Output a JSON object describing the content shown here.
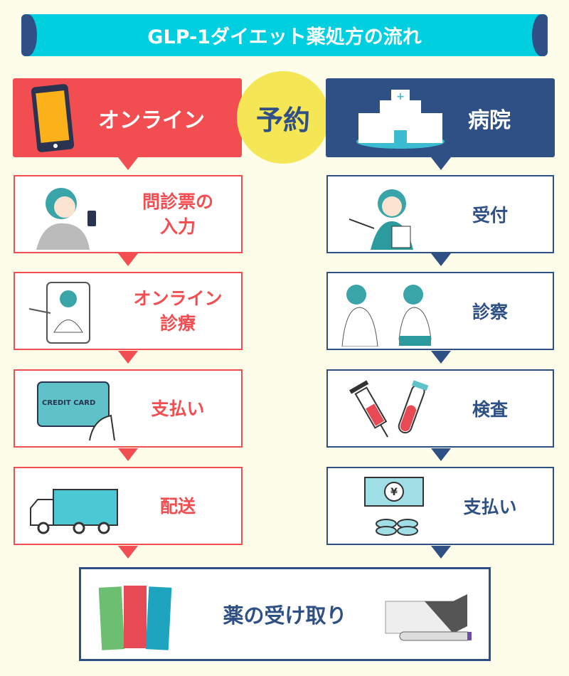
{
  "title": "GLP-1ダイエット薬処方の流れ",
  "center_label": "予約",
  "online": {
    "header": "オンライン",
    "steps": [
      "問診票の\n入力",
      "オンライン\n診療",
      "支払い",
      "配送"
    ],
    "color": "#f24e52"
  },
  "hospital": {
    "header": "病院",
    "steps": [
      "受付",
      "診察",
      "検査",
      "支払い"
    ],
    "color": "#2f5085"
  },
  "final_step": "薬の受け取り",
  "card_text": "CREDIT CARD",
  "colors": {
    "background": "#fefde9",
    "title_bar": "#00cfe0",
    "circle": "#f4e655"
  }
}
